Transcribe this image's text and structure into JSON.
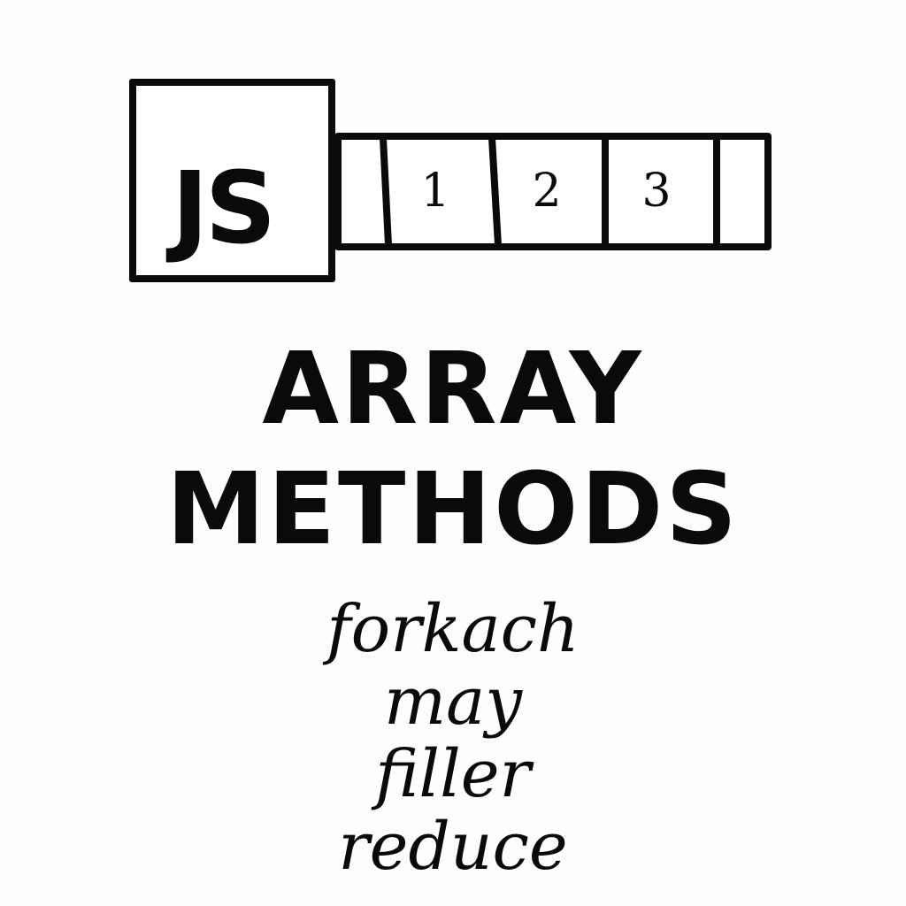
{
  "logo": {
    "text": "JS",
    "cells": [
      "1",
      "2",
      "3"
    ]
  },
  "title": {
    "line1": "ARRAY",
    "line2": "METHODS"
  },
  "methods": [
    "forkach",
    "may",
    "filler",
    "reduce"
  ],
  "colors": {
    "ink": "#0a0a0a",
    "background": "#fdfdfd"
  }
}
